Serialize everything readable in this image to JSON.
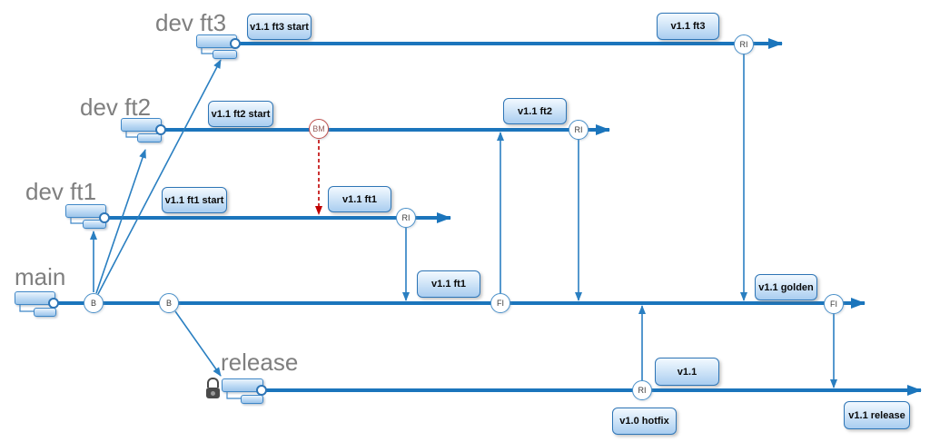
{
  "branches": [
    {
      "name": "dev ft3"
    },
    {
      "name": "dev ft2"
    },
    {
      "name": "dev ft1"
    },
    {
      "name": "main"
    },
    {
      "name": "release"
    }
  ],
  "tags": [
    {
      "text": "v1.1 ft3 start"
    },
    {
      "text": "v1.1 ft3"
    },
    {
      "text": "v1.1 ft2 start"
    },
    {
      "text": "v1.1 ft2"
    },
    {
      "text": "v1.1 ft1 start"
    },
    {
      "text": "v1.1 ft1"
    },
    {
      "text": "v1.1 ft1"
    },
    {
      "text": "v1.1 golden"
    },
    {
      "text": "v1.1"
    },
    {
      "text": "v1.0 hotfix"
    },
    {
      "text": "v1.1 release"
    }
  ],
  "nodes": [
    {
      "text": "B"
    },
    {
      "text": "B"
    },
    {
      "text": "BM"
    },
    {
      "text": "RI"
    },
    {
      "text": "RI"
    },
    {
      "text": "RI"
    },
    {
      "text": "RI"
    },
    {
      "text": "FI"
    },
    {
      "text": "FI"
    }
  ],
  "colors": {
    "branch_line": "#1b75bc",
    "connector": "#2a7fc1",
    "baseline_merge_red": "#c00000",
    "tag_border": "#2e75b6",
    "branch_text": "#7f7f7f"
  }
}
